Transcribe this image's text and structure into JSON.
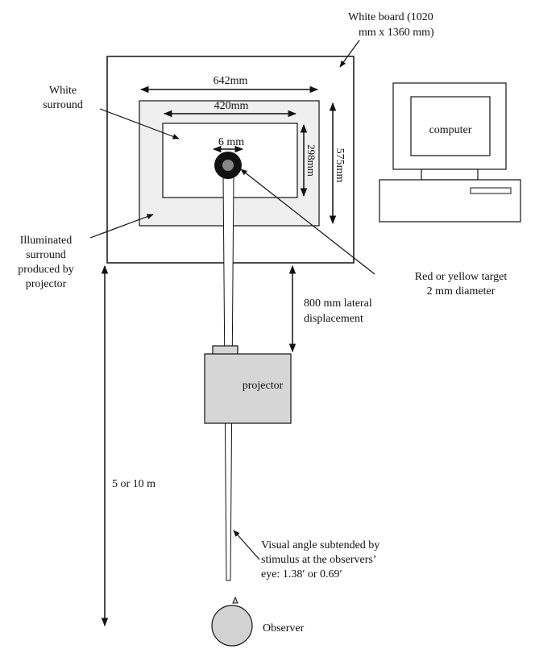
{
  "labels": {
    "white_board_line1": "White board (1020",
    "white_board_line2": "mm x 1360 mm)",
    "dim_642": "642mm",
    "dim_420": "420mm",
    "dim_6": "6 mm",
    "dim_298": "298mm",
    "dim_575": "575mm",
    "white_surround_line1": "White",
    "white_surround_line2": "surround",
    "illuminated_line1": "Illuminated",
    "illuminated_line2": "surround",
    "illuminated_line3": "produced by",
    "illuminated_line4": "projector",
    "computer": "computer",
    "target_line1": "Red or yellow target",
    "target_line2": "2 mm diameter",
    "lateral_line1": "800 mm lateral",
    "lateral_line2": "displacement",
    "projector": "projector",
    "distance": "5 or 10 m",
    "visual_line1": "Visual angle subtended by",
    "visual_line2": "stimulus at the observers’",
    "visual_line3": "eye: 1.38′ or 0.69′",
    "observer": "Observer"
  },
  "colors": {
    "line": "#111111",
    "board_fill": "#ffffff",
    "surround_fill": "#efefef",
    "projector_fill": "#d6d6d6",
    "observer_fill": "#d2d2d2",
    "target_ring": "#111111",
    "target_center": "#888888"
  }
}
